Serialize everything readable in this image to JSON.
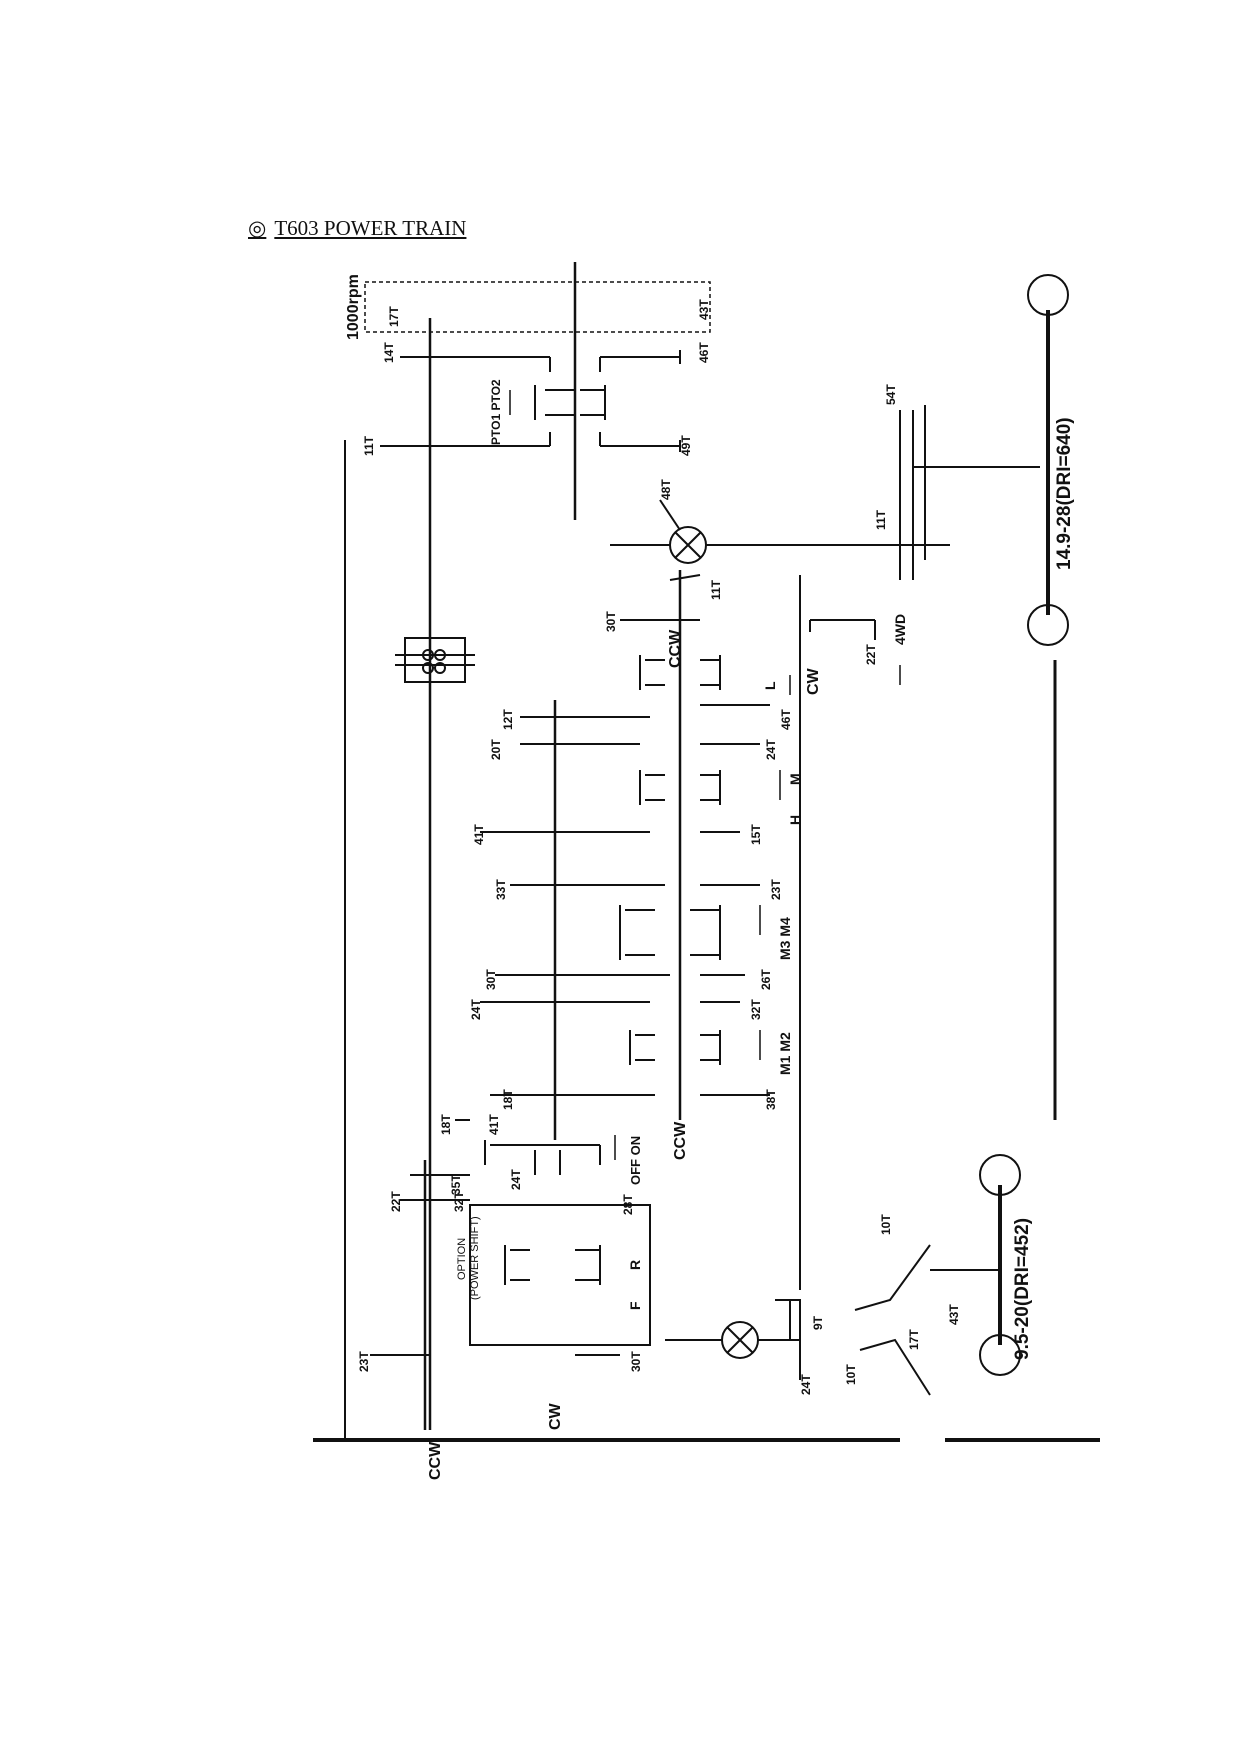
{
  "document": {
    "title_symbol": "◎",
    "title": "T603 POWER TRAIN"
  },
  "labels": {
    "pto_speed": "1000rpm",
    "pto_select": "PTO1  PTO2",
    "rot_ccw": "CCW",
    "rot_cw": "CW",
    "four_wd": "4WD",
    "option_power_shift_1": "OPTION",
    "option_power_shift_2": "(POWER SHIFT)",
    "off_on": "OFF  ON",
    "fwd": "F",
    "rev": "R",
    "range_l": "L",
    "range_m": "M",
    "range_h": "H",
    "shift_m3_m4": "M3  M4",
    "shift_m1_m2": "M1  M2",
    "rear_tire": "14.9-28(DRI=640)",
    "front_tire": "9.5-20(DRI=452)"
  },
  "teeth": {
    "t17": "17T",
    "t43": "43T",
    "t14": "14T",
    "t46": "46T",
    "t11": "11T",
    "t49": "49T",
    "t48": "48T",
    "t54": "54T",
    "t30": "30T",
    "t22": "22T",
    "t12": "12T",
    "t20": "20T",
    "t24": "24T",
    "t41": "41T",
    "t15": "15T",
    "t33": "33T",
    "t23": "23T",
    "t26": "26T",
    "t32": "32T",
    "t38": "38T",
    "t18": "18T",
    "t35": "35T",
    "t28": "28T",
    "t10": "10T",
    "t9": "9T"
  },
  "colors": {
    "ink": "#111111",
    "paper": "#ffffff"
  }
}
